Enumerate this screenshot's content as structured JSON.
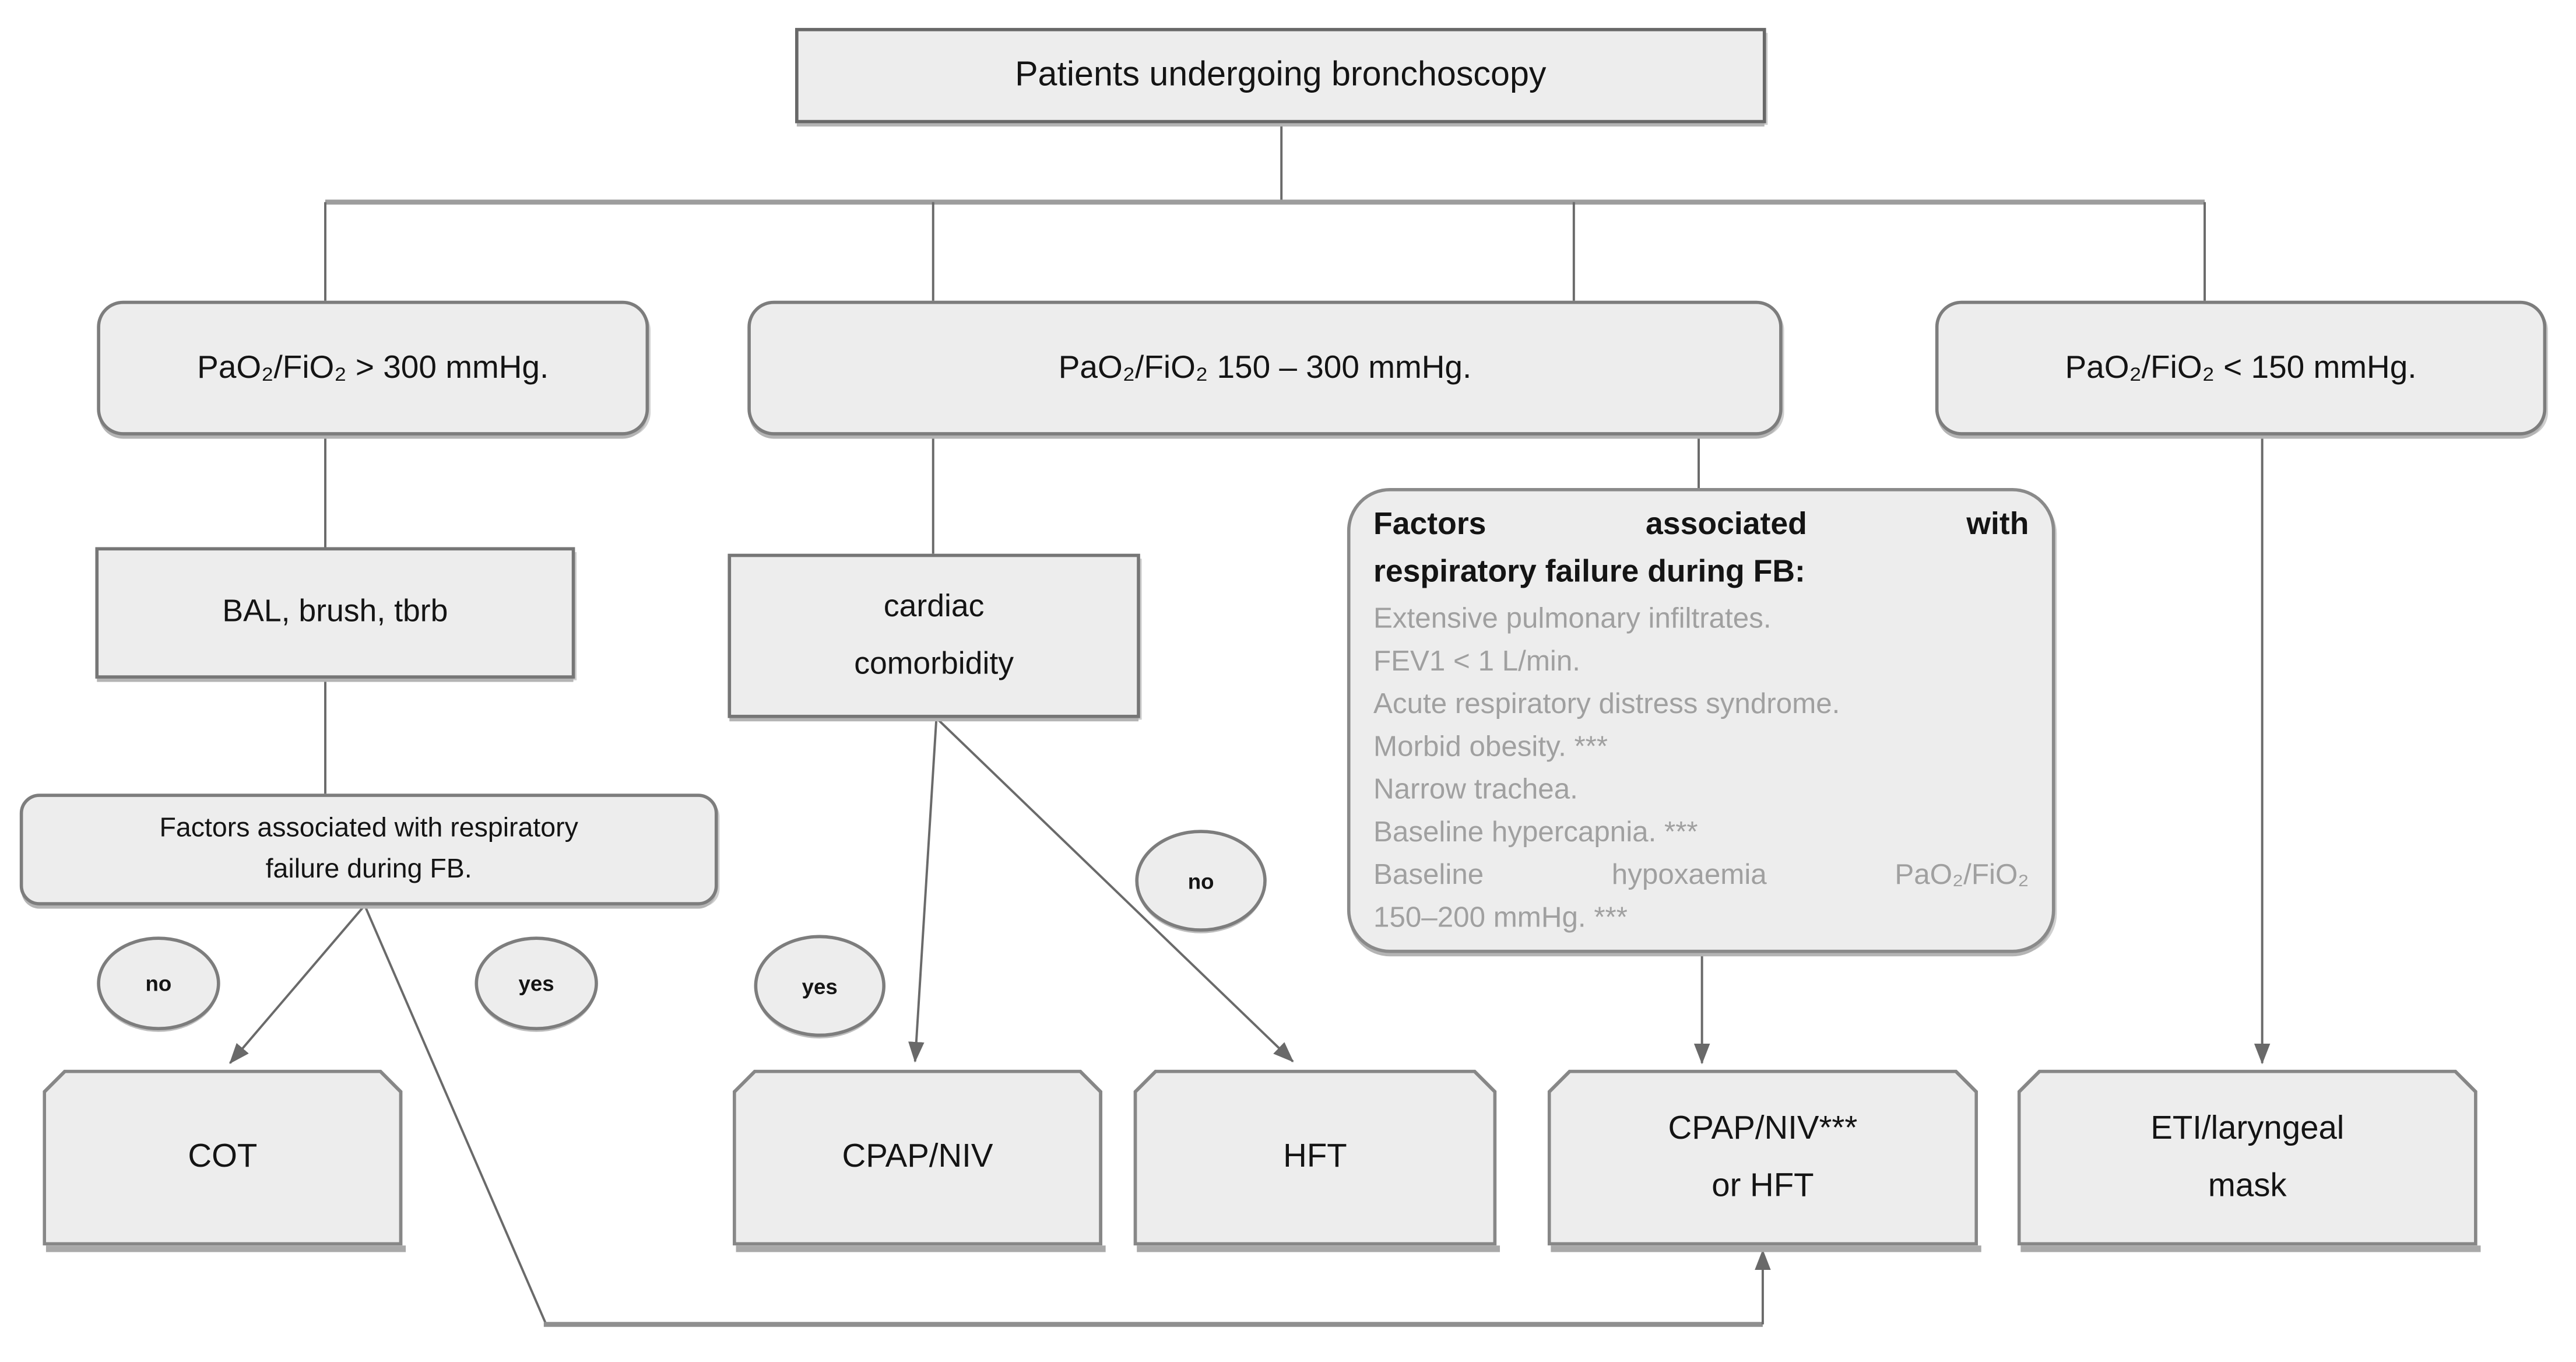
{
  "palette": {
    "node_fill": "#ededed",
    "node_border": "#767676",
    "line": "#6a6a6a",
    "muted_text": "#a0a0a0",
    "text": "#141414"
  },
  "nodes": {
    "root": {
      "label": "Patients undergoing bronchoscopy"
    },
    "cond_left": {
      "label": "PaO₂/FiO₂ > 300 mmHg."
    },
    "cond_mid": {
      "label": "PaO₂/FiO₂ 150 – 300 mmHg."
    },
    "cond_right": {
      "label": "PaO₂/FiO₂ < 150 mmHg."
    },
    "bal": {
      "label": "BAL, brush, tbrb"
    },
    "cardiac": {
      "line1": "cardiac",
      "line2": "comorbidity"
    },
    "factors_small": {
      "line1": "Factors associated with respiratory",
      "line2": "failure during FB."
    },
    "factors_big": {
      "title_line1": "Factors associated with",
      "title_line2": "respiratory failure during FB:",
      "items": [
        "Extensive pulmonary infiltrates.",
        "FEV1 < 1 L/min.",
        "Acute respiratory distress syndrome.",
        "Morbid obesity. ***",
        "Narrow trachea.",
        "Baseline hypercapnia. ***",
        "Baseline hypoxaemia PaO₂/FiO₂",
        "150–200 mmHg. ***"
      ]
    },
    "cot": {
      "label": "COT"
    },
    "cpap": {
      "label": "CPAP/NIV"
    },
    "hft": {
      "label": "HFT"
    },
    "cpap_hft": {
      "line1": "CPAP/NIV***",
      "line2": "or HFT"
    },
    "eti": {
      "line1": "ETI/laryngeal",
      "line2": "mask"
    }
  },
  "edge_labels": {
    "left_no": "no",
    "left_yes": "yes",
    "mid_yes": "yes",
    "mid_no": "no"
  }
}
